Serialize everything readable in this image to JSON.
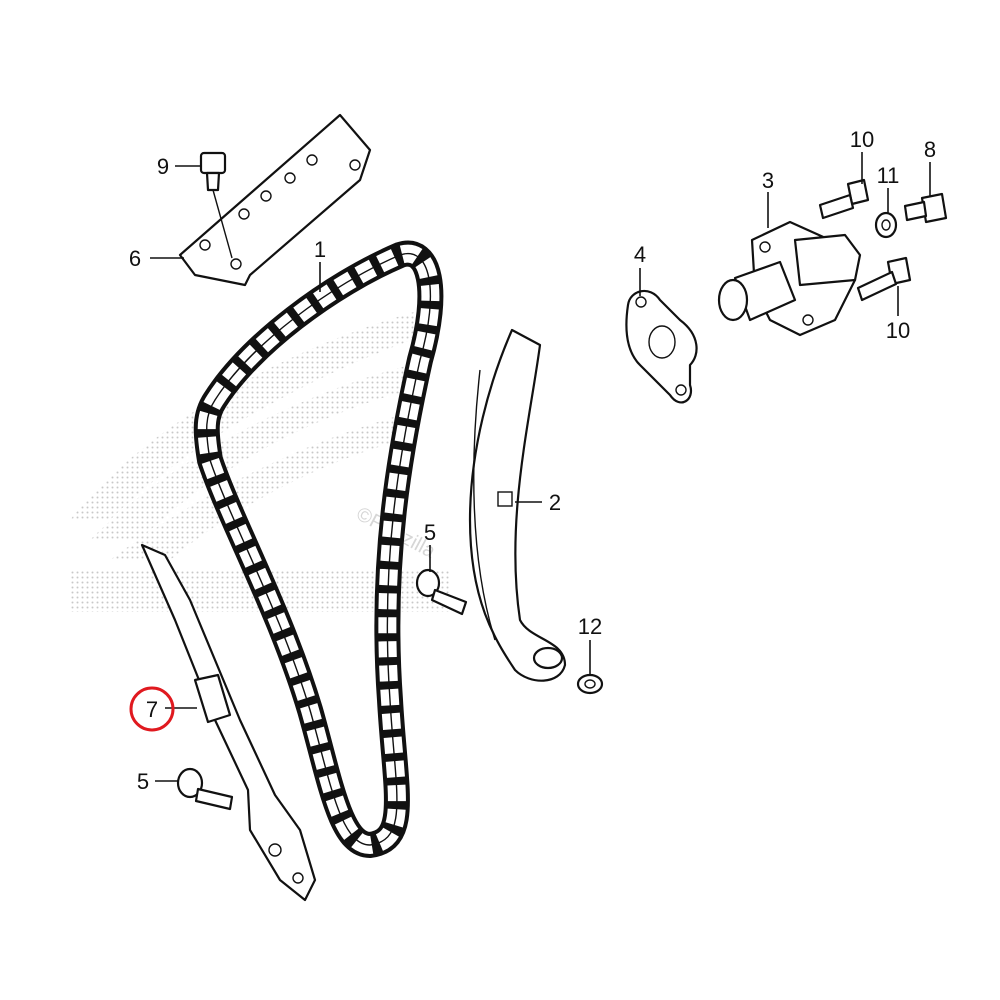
{
  "watermark": {
    "copyright": "©Partzilla"
  },
  "highlight": {
    "color": "#e0191f",
    "callout_index": 7
  },
  "callouts": [
    {
      "id": "chain",
      "label": "1"
    },
    {
      "id": "guide",
      "label": "2"
    },
    {
      "id": "tensioner",
      "label": "3"
    },
    {
      "id": "gasket",
      "label": "4"
    },
    {
      "id": "bolt-upper",
      "label": "5"
    },
    {
      "id": "plate",
      "label": "6"
    },
    {
      "id": "tensioner-arm",
      "label": "7"
    },
    {
      "id": "bolt-tensioner",
      "label": "8"
    },
    {
      "id": "bolt-plate",
      "label": "9"
    },
    {
      "id": "bolt-top",
      "label": "10"
    },
    {
      "id": "washer",
      "label": "11"
    },
    {
      "id": "washer-small",
      "label": "12"
    },
    {
      "id": "bolt-lower",
      "label": "5"
    },
    {
      "id": "bolt-bottom",
      "label": "10"
    }
  ]
}
